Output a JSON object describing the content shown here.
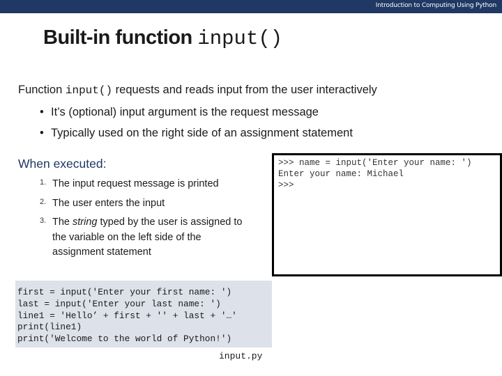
{
  "header": {
    "course": "Introduction to Computing Using Python"
  },
  "slide": {
    "title_text": "Built-in function ",
    "title_code": "input()",
    "intro_before": "Function ",
    "intro_code": "input()",
    "intro_after": " requests and reads input from the user interactively",
    "bullets": [
      "It’s (optional) input argument is the request message",
      "Typically used on the right side of an assignment statement"
    ],
    "when_heading": "When executed:",
    "steps": [
      {
        "num": "1.",
        "text": "The input request message is printed"
      },
      {
        "num": "2.",
        "text": "The user enters the input"
      },
      {
        "num": "3.",
        "before": "The ",
        "em": "string",
        "after": " typed by the user is assigned to the variable on the left side of the assignment statement"
      }
    ]
  },
  "terminal": {
    "lines": [
      ">>> name = input('Enter your name: ')",
      "Enter your name: Michael",
      ">>>"
    ]
  },
  "code": {
    "lines": [
      "first = input('Enter your first name: ')",
      "last = input('Enter your last name: ')",
      "line1 = 'Hello’ + first + '' + last + '…'",
      "print(line1)",
      "print('Welcome to the world of Python!')"
    ],
    "filename": "input.py"
  }
}
